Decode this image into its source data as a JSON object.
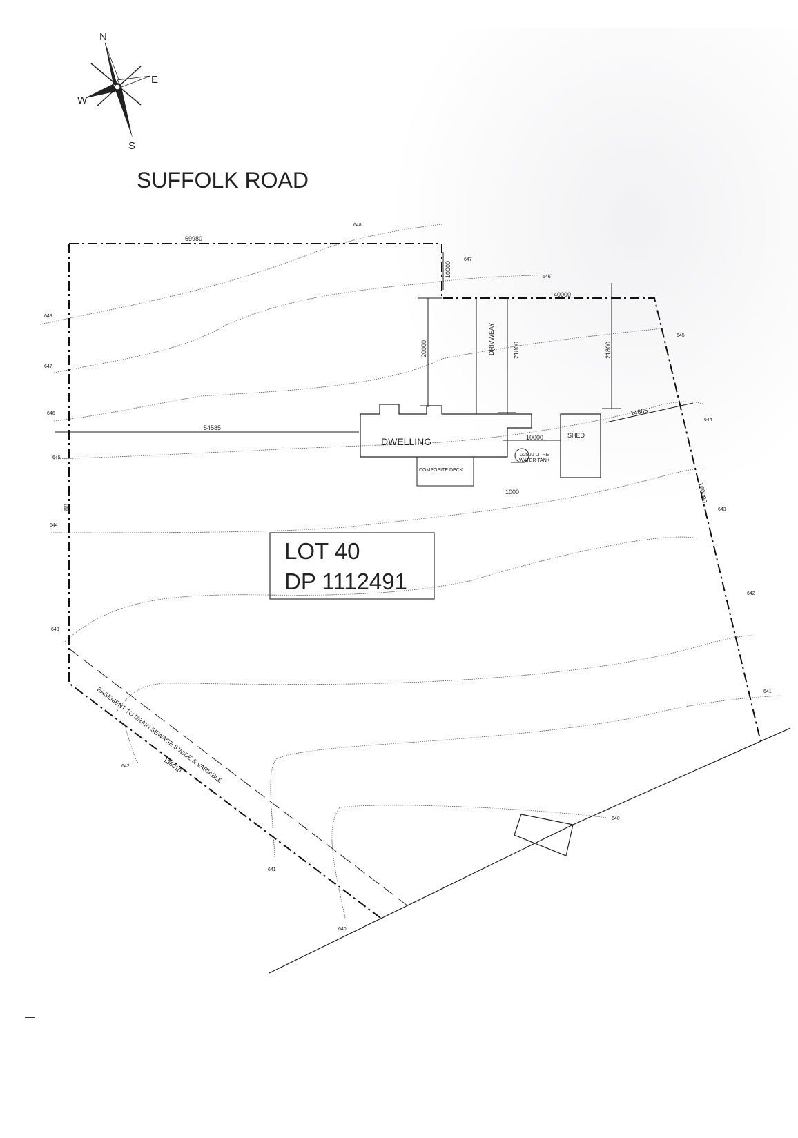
{
  "compass": {
    "n": "N",
    "e": "E",
    "s": "S",
    "w": "W"
  },
  "road_name": "SUFFOLK ROAD",
  "lot": {
    "line1": "LOT 40",
    "line2": "DP 1112491"
  },
  "structures": {
    "dwelling": "DWELLING",
    "shed": "SHED",
    "deck": "COMPOSITE DECK",
    "tank_line1": "22500 LITRE",
    "tank_line2": "WATER TANK",
    "driveway": "DRIVWEAY"
  },
  "dimensions": {
    "top": "69980",
    "notch": "10000",
    "top_right": "40000",
    "setback_front": "20000",
    "setback_drive": "21800",
    "setback_shed": "21800",
    "west_offset": "54585",
    "shed_offset": "14865",
    "dwelling_shed": "10000",
    "deck_offset": "1000",
    "east_side": "160090",
    "west_side": "88",
    "easement_dim": "136010"
  },
  "easement_note": "EASEMENT TO DRAIN SEWAGE 5 WIDE & VARIABLE",
  "contours": {
    "c648_top": "648",
    "c647_top": "647",
    "c646_top": "646",
    "c645_right": "645",
    "c644_right": "644",
    "c643_right": "643",
    "c642_right": "642",
    "c641_right": "641",
    "c640_right": "640",
    "c648_left": "648",
    "c647_left": "647",
    "c646_left": "646",
    "c645_left": "645",
    "c644_left": "644",
    "c643_left": "643",
    "c642_bottom": "642",
    "c641_bottom": "641",
    "c640_bottom": "640"
  }
}
